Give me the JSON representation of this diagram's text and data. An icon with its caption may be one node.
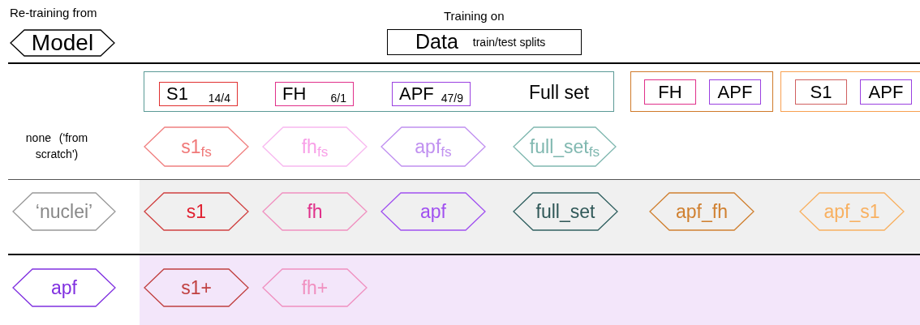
{
  "diagram": {
    "nodes": [
      {
        "text": [
          "Model"
        ],
        "beside": [
          "Re-training from"
        ]
      },
      {
        "text": [
          "Data",
          "train/test splits"
        ]
      },
      {
        "text": [
          "Full set"
        ]
      },
      {
        "text": [
          "S1",
          "14/4"
        ],
        "in": 2
      },
      {
        "text": [
          "FH",
          "6/1"
        ],
        "in": 2
      },
      {
        "text": [
          "APF",
          "47/9"
        ],
        "in": 2
      },
      {
        "text": [],
        "shape": "box"
      },
      {
        "text": [
          "FH"
        ],
        "in": 6
      },
      {
        "text": [
          "APF"
        ],
        "in": 6
      },
      {
        "text": [],
        "shape": "box"
      },
      {
        "text": [
          "S1"
        ],
        "in": 9
      },
      {
        "text": [
          "APF"
        ],
        "in": 9
      },
      {
        "text": [
          "s1$_{fs}$"
        ]
      },
      {
        "text": [
          "fh$_{fs}$"
        ]
      },
      {
        "text": [
          "apf$_{fs}$"
        ]
      },
      {
        "text": [
          "full_set$_{fs}$"
        ]
      },
      {
        "text": [
          "‘nuclei’"
        ]
      },
      {
        "text": [
          "s1"
        ]
      },
      {
        "text": [
          "fh"
        ]
      },
      {
        "text": [
          "apf"
        ]
      },
      {
        "text": [
          "full_set"
        ]
      },
      {
        "text": [
          "apf_fh"
        ]
      },
      {
        "text": [
          "apf_s1"
        ]
      },
      {
        "text": [
          "apf"
        ]
      },
      {
        "text": [
          "s1+"
        ]
      },
      {
        "text": [
          "fh+"
        ]
      }
    ],
    "edges": [],
    "labels": [
      "Training on",
      "none ('from scratch')"
    ]
  }
}
